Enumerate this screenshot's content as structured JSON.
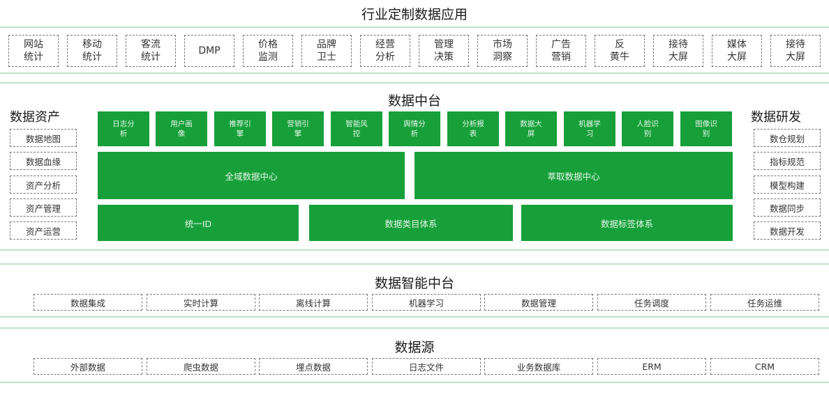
{
  "sections": {
    "apps_title": "行业定制数据应用",
    "middle_title": "数据中台",
    "smart_title": "数据智能中台",
    "source_title": "数据源"
  },
  "apps": [
    "网站\n统计",
    "移动\n统计",
    "客流\n统计",
    "DMP",
    "价格\n监测",
    "品牌\n卫士",
    "经营\n分析",
    "管理\n决策",
    "市场\n洞察",
    "广告\n营销",
    "反\n黄牛",
    "接待\n大屏",
    "媒体\n大屏",
    "接待\n大屏"
  ],
  "assets": {
    "title": "数据资产",
    "items": [
      "数据地图",
      "数据血缘",
      "资产分析",
      "资产管理",
      "资产运营"
    ]
  },
  "research": {
    "title": "数据研发",
    "items": [
      "数仓规划",
      "指标规范",
      "模型构建",
      "数据同步",
      "数据开发"
    ]
  },
  "capabilities": [
    "日志分\n析",
    "用户画\n像",
    "推荐引\n擎",
    "营销引\n擎",
    "智能风\n控",
    "舆情分\n析",
    "分析报\n表",
    "数据大\n屏",
    "机器学\n习",
    "人脸识\n别",
    "图像识\n别"
  ],
  "centers": {
    "global": "全域数据中心",
    "extract": "萃取数据中心",
    "unified_id": "统一ID",
    "category": "数据类目体系",
    "tag": "数据标签体系"
  },
  "smart_items": [
    "数据集成",
    "实时计算",
    "离线计算",
    "机器学习",
    "数据管理",
    "任务调度",
    "任务运维"
  ],
  "source_items": [
    "外部数据",
    "爬虫数据",
    "埋点数据",
    "日志文件",
    "业务数据库",
    "ERM",
    "CRM"
  ]
}
